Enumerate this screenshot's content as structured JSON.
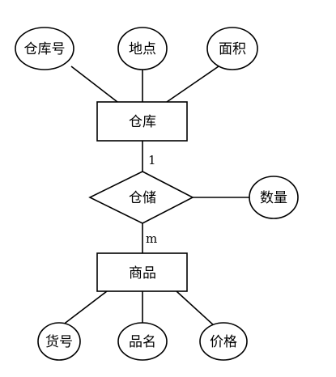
{
  "entities": {
    "warehouse": "仓库",
    "goods": "商品"
  },
  "relationship": {
    "name": "仓储",
    "attribute": "数量"
  },
  "warehouse_attributes": [
    "仓库号",
    "地点",
    "面积"
  ],
  "goods_attributes": [
    "货号",
    "品名",
    "价格"
  ],
  "cardinality": {
    "warehouse_side": "1",
    "goods_side": "m"
  }
}
